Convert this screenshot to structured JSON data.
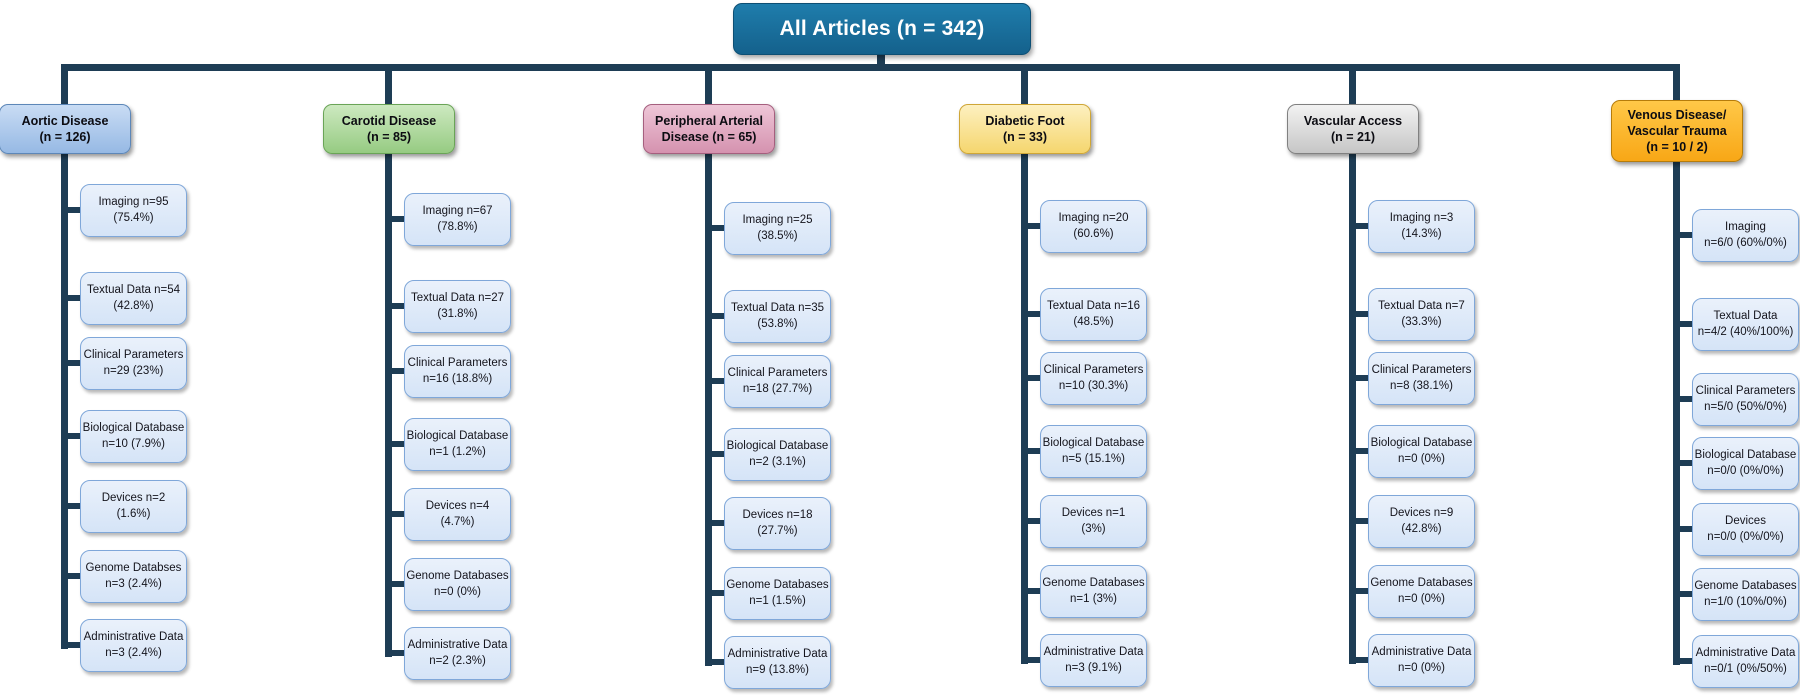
{
  "root": {
    "label": "All Articles (n = 342)",
    "fill_top": "#1f7dac",
    "fill_bottom": "#14618c"
  },
  "connector_color": "#1e3d55",
  "node_style": {
    "fill_top": "#eaf1fb",
    "fill_bottom": "#d5e4f7",
    "border": "#7fa7d9"
  },
  "branches": [
    {
      "name": "aortic-disease",
      "header": {
        "lines": [
          "Aortic Disease",
          "(n = 126)"
        ],
        "fill_top": "#c9dcf4",
        "fill_bottom": "#96b9e4",
        "border": "#5d87b8"
      },
      "children": [
        {
          "lines": [
            "Imaging n=95",
            "(75.4%)"
          ]
        },
        {
          "lines": [
            "Textual Data n=54",
            "(42.8%)"
          ]
        },
        {
          "lines": [
            "Clinical Parameters",
            "n=29 (23%)"
          ]
        },
        {
          "lines": [
            "Biological Database",
            "n=10 (7.9%)"
          ]
        },
        {
          "lines": [
            "Devices n=2",
            "(1.6%)"
          ]
        },
        {
          "lines": [
            "Genome Databses",
            "n=3 (2.4%)"
          ]
        },
        {
          "lines": [
            "Administrative Data",
            "n=3 (2.4%)"
          ]
        }
      ]
    },
    {
      "name": "carotid-disease",
      "header": {
        "lines": [
          "Carotid Disease",
          "(n = 85)"
        ],
        "fill_top": "#cde9c0",
        "fill_bottom": "#96cb82",
        "border": "#6aa457"
      },
      "children": [
        {
          "lines": [
            "Imaging n=67",
            "(78.8%)"
          ]
        },
        {
          "lines": [
            "Textual Data n=27",
            "(31.8%)"
          ]
        },
        {
          "lines": [
            "Clinical Parameters",
            "n=16 (18.8%)"
          ]
        },
        {
          "lines": [
            "Biological Database",
            "n=1 (1.2%)"
          ]
        },
        {
          "lines": [
            "Devices n=4",
            "(4.7%)"
          ]
        },
        {
          "lines": [
            "Genome Databases",
            "n=0 (0%)"
          ]
        },
        {
          "lines": [
            "Administrative Data",
            "n=2 (2.3%)"
          ]
        }
      ]
    },
    {
      "name": "peripheral-arterial-disease",
      "header": {
        "lines": [
          "Peripheral Arterial",
          "Disease (n = 65)"
        ],
        "fill_top": "#eec6d7",
        "fill_bottom": "#d592af",
        "border": "#a55f7e"
      },
      "children": [
        {
          "lines": [
            "Imaging n=25",
            "(38.5%)"
          ]
        },
        {
          "lines": [
            "Textual Data  n=35",
            "(53.8%)"
          ]
        },
        {
          "lines": [
            "Clinical Parameters",
            "n=18 (27.7%)"
          ]
        },
        {
          "lines": [
            "Biological Database",
            "n=2 (3.1%)"
          ]
        },
        {
          "lines": [
            "Devices n=18",
            "(27.7%)"
          ]
        },
        {
          "lines": [
            "Genome Databases",
            "n=1 (1.5%)"
          ]
        },
        {
          "lines": [
            "Administrative Data",
            "n=9 (13.8%)"
          ]
        }
      ]
    },
    {
      "name": "diabetic-foot",
      "header": {
        "lines": [
          "Diabetic Foot",
          "(n = 33)"
        ],
        "fill_top": "#fdf0c0",
        "fill_bottom": "#f5d66e",
        "border": "#cfa637"
      },
      "children": [
        {
          "lines": [
            "Imaging n=20",
            "(60.6%)"
          ]
        },
        {
          "lines": [
            "Textual Data n=16",
            "(48.5%)"
          ]
        },
        {
          "lines": [
            "Clinical Parameters",
            "n=10 (30.3%)"
          ]
        },
        {
          "lines": [
            "Biological Database",
            "n=5 (15.1%)"
          ]
        },
        {
          "lines": [
            "Devices n=1",
            "(3%)"
          ]
        },
        {
          "lines": [
            "Genome Databases",
            "n=1 (3%)"
          ]
        },
        {
          "lines": [
            "Administrative Data",
            "n=3 (9.1%)"
          ]
        }
      ]
    },
    {
      "name": "vascular-access",
      "header": {
        "lines": [
          "Vascular Access",
          "(n = 21)"
        ],
        "fill_top": "#f2f2f2",
        "fill_bottom": "#c6c6c6",
        "border": "#808080"
      },
      "children": [
        {
          "lines": [
            "Imaging n=3",
            "(14.3%)"
          ]
        },
        {
          "lines": [
            "Textual Data n=7",
            "(33.3%)"
          ]
        },
        {
          "lines": [
            "Clinical Parameters",
            "n=8 (38.1%)"
          ]
        },
        {
          "lines": [
            "Biological Database",
            "n=0 (0%)"
          ]
        },
        {
          "lines": [
            "Devices n=9",
            "(42.8%)"
          ]
        },
        {
          "lines": [
            "Genome Databases",
            "n=0 (0%)"
          ]
        },
        {
          "lines": [
            "Administrative Data",
            "n=0 (0%)"
          ]
        }
      ]
    },
    {
      "name": "venous-disease-vascular-trauma",
      "header": {
        "lines": [
          "Venous Disease/",
          "Vascular Trauma",
          "(n = 10 / 2)"
        ],
        "fill_top": "#ffc848",
        "fill_bottom": "#f8a716",
        "border": "#b67c0a"
      },
      "children": [
        {
          "lines": [
            "Imaging",
            "n=6/0 (60%/0%)"
          ]
        },
        {
          "lines": [
            "Textual Data",
            "n=4/2 (40%/100%)"
          ]
        },
        {
          "lines": [
            "Clinical Parameters",
            "n=5/0 (50%/0%)"
          ]
        },
        {
          "lines": [
            "Biological Database",
            "n=0/0 (0%/0%)"
          ]
        },
        {
          "lines": [
            "Devices",
            "n=0/0 (0%/0%)"
          ]
        },
        {
          "lines": [
            "Genome Databases",
            "n=1/0 (10%/0%)"
          ]
        },
        {
          "lines": [
            "Administrative Data",
            "n=0/1 (0%/50%)"
          ]
        }
      ]
    }
  ]
}
